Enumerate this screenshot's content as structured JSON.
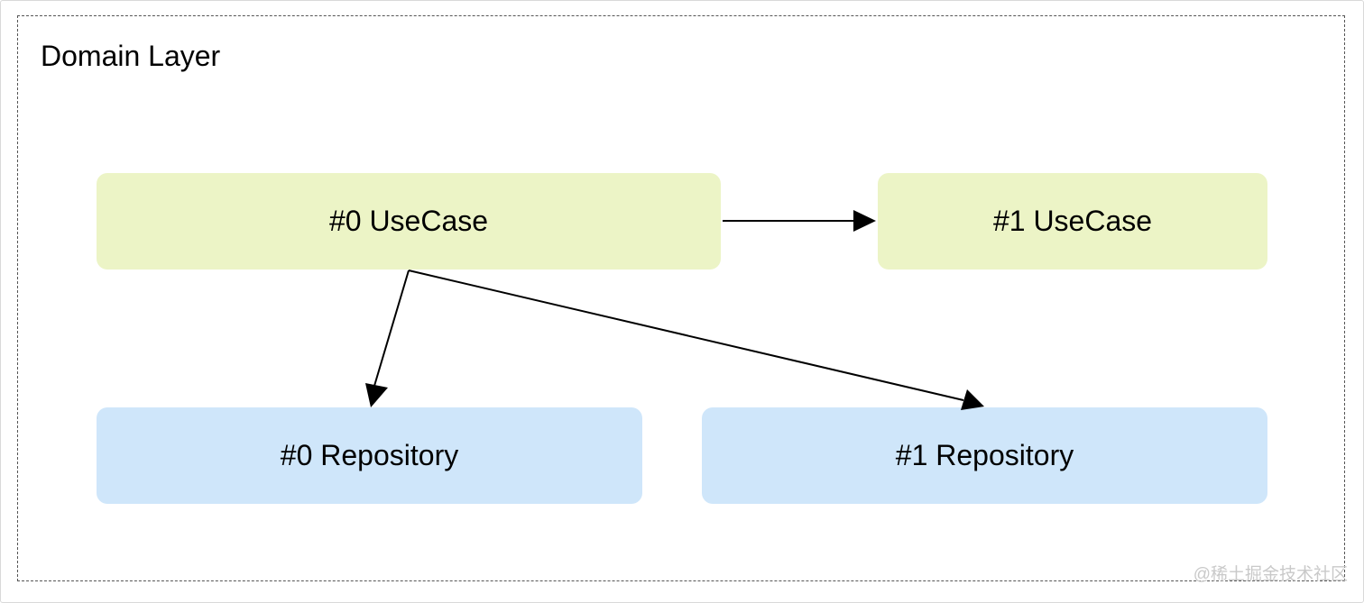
{
  "layer": {
    "title": "Domain Layer"
  },
  "nodes": [
    {
      "id": "uc0",
      "label": "#0 UseCase",
      "kind": "usecase"
    },
    {
      "id": "uc1",
      "label": "#1 UseCase",
      "kind": "usecase"
    },
    {
      "id": "r0",
      "label": "#0 Repository",
      "kind": "repository"
    },
    {
      "id": "r1",
      "label": "#1 Repository",
      "kind": "repository"
    }
  ],
  "edges": [
    {
      "from": "uc0",
      "to": "uc1"
    },
    {
      "from": "uc0",
      "to": "r0"
    },
    {
      "from": "uc0",
      "to": "r1"
    }
  ],
  "colors": {
    "usecase_fill": "#ecf4c6",
    "repository_fill": "#cfe6fa",
    "edge": "#000000"
  },
  "watermark": "@稀土掘金技术社区"
}
